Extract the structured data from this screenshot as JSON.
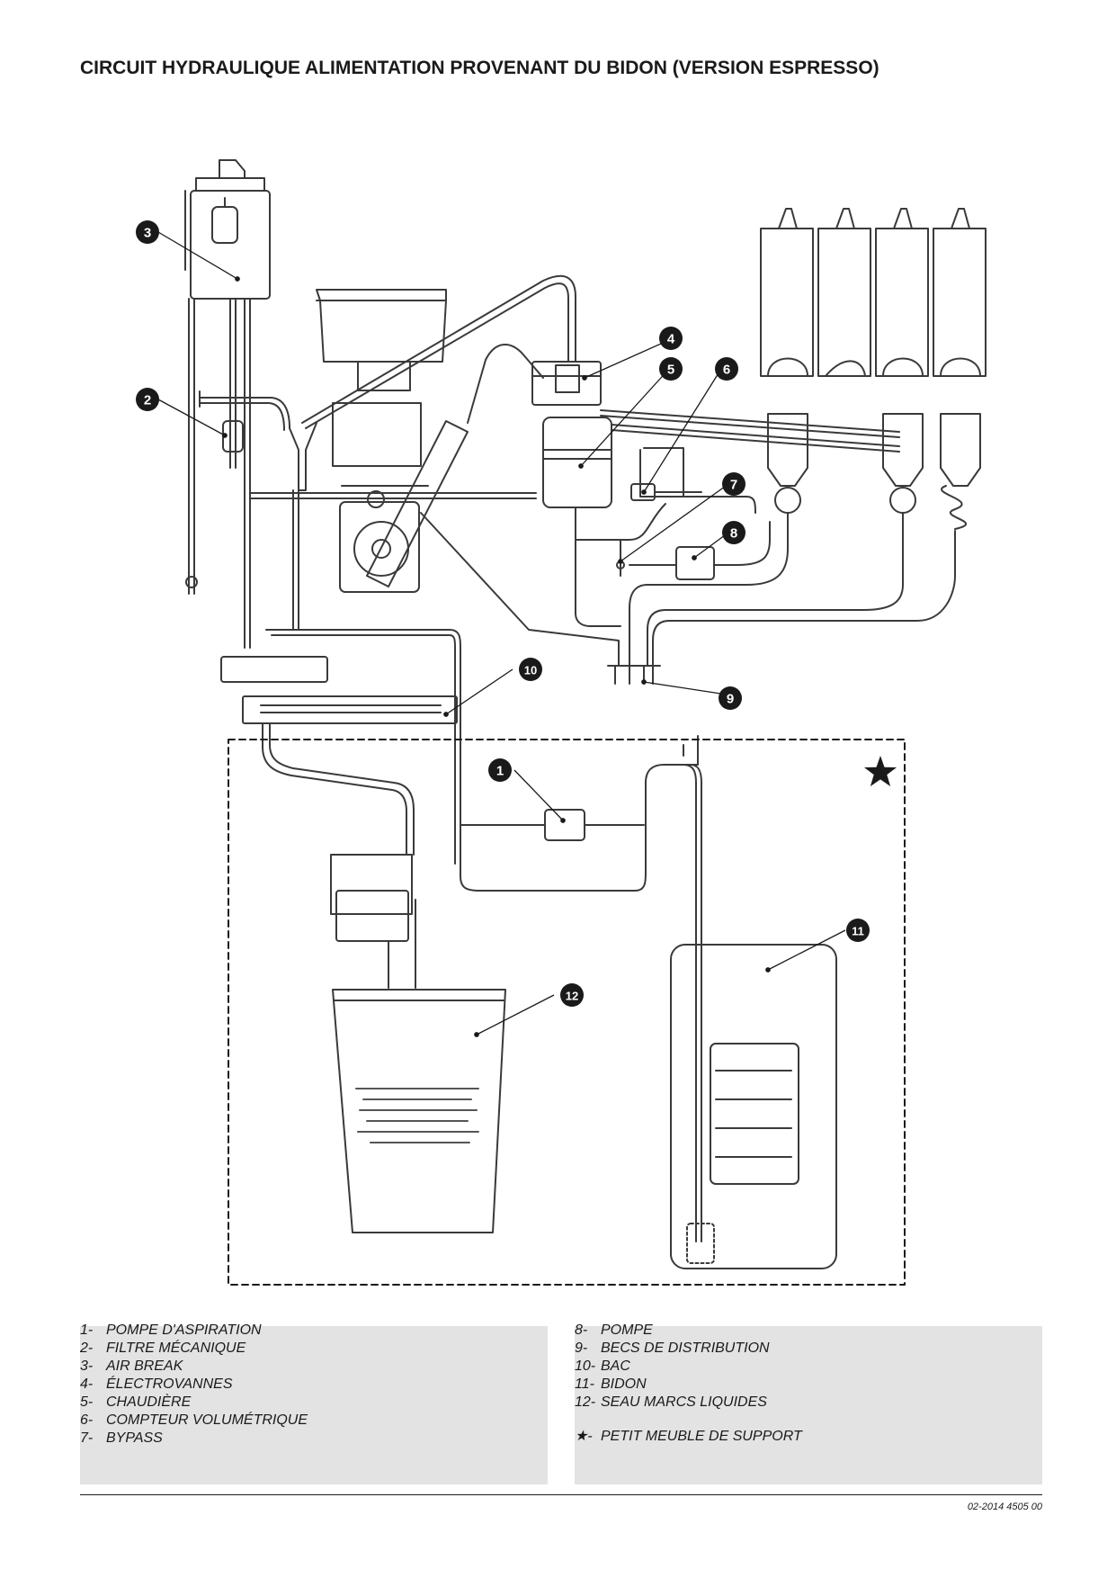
{
  "title": "CIRCUIT HYDRAULIQUE ALIMENTATION PROVENANT DU BIDON (VERSION ESPRESSO)",
  "callouts": [
    "1",
    "2",
    "3",
    "4",
    "5",
    "6",
    "7",
    "8",
    "9",
    "10",
    "11",
    "12"
  ],
  "legend_left": [
    {
      "num": "1-",
      "label": "POMPE D'ASPIRATION"
    },
    {
      "num": "2-",
      "label": "FILTRE MÉCANIQUE"
    },
    {
      "num": "3-",
      "label": "AIR BREAK"
    },
    {
      "num": "4-",
      "label": "ÉLECTROVANNES"
    },
    {
      "num": "5-",
      "label": "CHAUDIÈRE"
    },
    {
      "num": "6-",
      "label": "COMPTEUR VOLUMÉTRIQUE"
    },
    {
      "num": "7-",
      "label": "BYPASS"
    }
  ],
  "legend_right": [
    {
      "num": "8-",
      "label": "POMPE"
    },
    {
      "num": "9-",
      "label": "BECS DE DISTRIBUTION"
    },
    {
      "num": "10-",
      "label": "BAC"
    },
    {
      "num": "11-",
      "label": "BIDON"
    },
    {
      "num": "12-",
      "label": "SEAU MARCS LIQUIDES"
    }
  ],
  "legend_star": {
    "num": "★-",
    "label": "PETIT MEUBLE DE SUPPORT"
  },
  "doc_ref": "02-2014 4505 00"
}
